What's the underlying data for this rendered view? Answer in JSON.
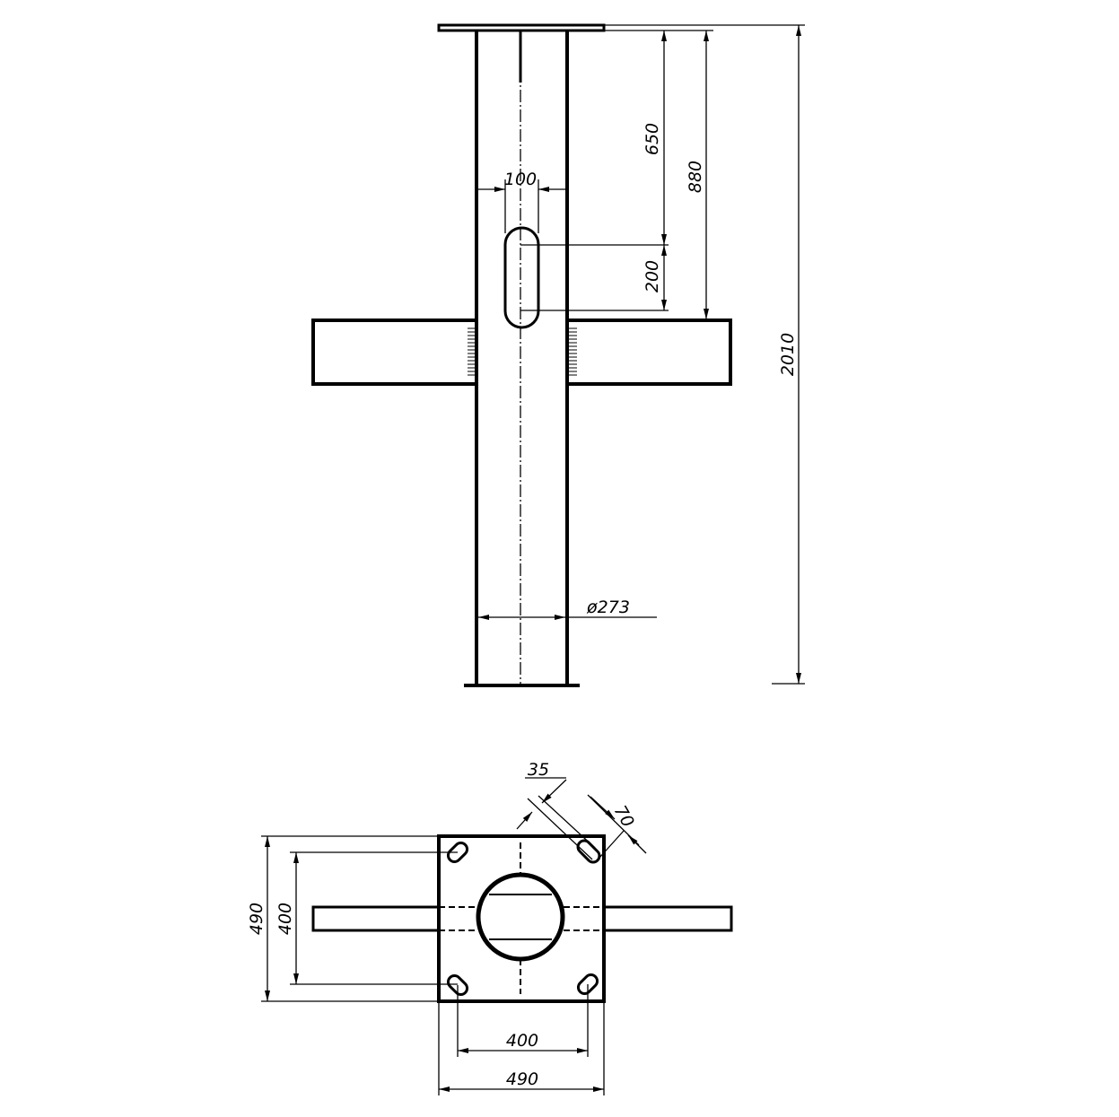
{
  "drawing": {
    "front_view": {
      "dim_slot_width": "100",
      "dim_top_to_slot": "650",
      "dim_slot_length": "200",
      "dim_top_to_beam": "880",
      "dim_total_height": "2010",
      "dim_pipe_diameter": "ø273"
    },
    "plan_view": {
      "dim_slot_width": "35",
      "dim_slot_length": "70",
      "dim_plate_height": "490",
      "dim_hole_spacing_vertical": "400",
      "dim_hole_spacing_horizontal": "400",
      "dim_plate_width": "490"
    },
    "colors": {
      "line": "#000000",
      "background": "#ffffff"
    }
  }
}
